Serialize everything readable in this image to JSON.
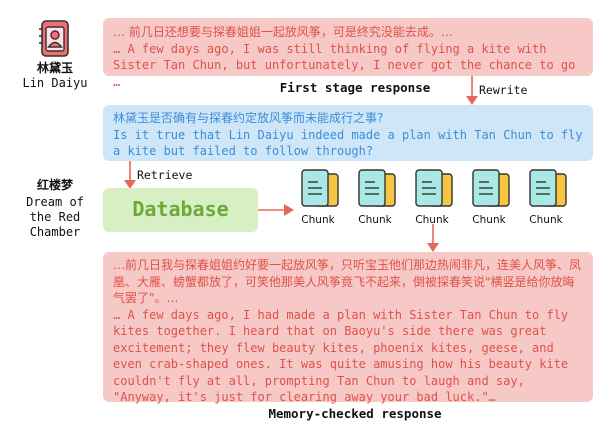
{
  "character": {
    "name_zh": "林黛玉",
    "name_en": "Lin Daiyu",
    "icon": "person-badge-icon"
  },
  "book": {
    "title_zh": "红楼梦",
    "title_en_line1": "Dream of",
    "title_en_line2": "the Red",
    "title_en_line3": "Chamber"
  },
  "first_response": {
    "zh": "… 前几日还想要与探春姐姐一起放风筝，可是终究没能去成。…",
    "en": "… A few days ago, I was still thinking of flying a kite with Sister Tan Chun, but unfortunately, I never got the chance to go …",
    "caption": "First stage response"
  },
  "rewrite_label": "Rewrite",
  "query": {
    "zh": "林黛玉是否确有与探春约定放风筝而未能成行之事?",
    "en": "Is it true that Lin Daiyu indeed made a plan with Tan Chun to fly a kite but failed to follow through?"
  },
  "retrieve_label": "Retrieve",
  "database_label": "Database",
  "chunks": [
    "Chunk",
    "Chunk",
    "Chunk",
    "Chunk",
    "Chunk"
  ],
  "checked_response": {
    "zh": "…前几日我与探春姐姐约好要一起放风筝，只听宝玉他们那边热闹非凡，连美人风筝、凤凰、大雁、螃蟹都放了，可笑他那美人风筝竟飞不起来，倒被探春笑说\"横竖是给你放晦气罢了\"。…",
    "en": "… A few days ago, I had made a plan with Sister Tan Chun to fly kites together. I heard that on Baoyu's side there was great excitement; they flew beauty kites, phoenix kites, geese, and even crab-shaped ones. It was quite amusing how his beauty kite couldn't fly at all, prompting Tan Chun to laugh and say, \"Anyway, it's just for clearing away your bad luck.\"…",
    "caption": "Memory-checked response"
  },
  "colors": {
    "red_text": "#e0514a",
    "blue_text": "#3b8fd9",
    "green_text": "#6aaa3a",
    "arrow": "#e8665d"
  }
}
